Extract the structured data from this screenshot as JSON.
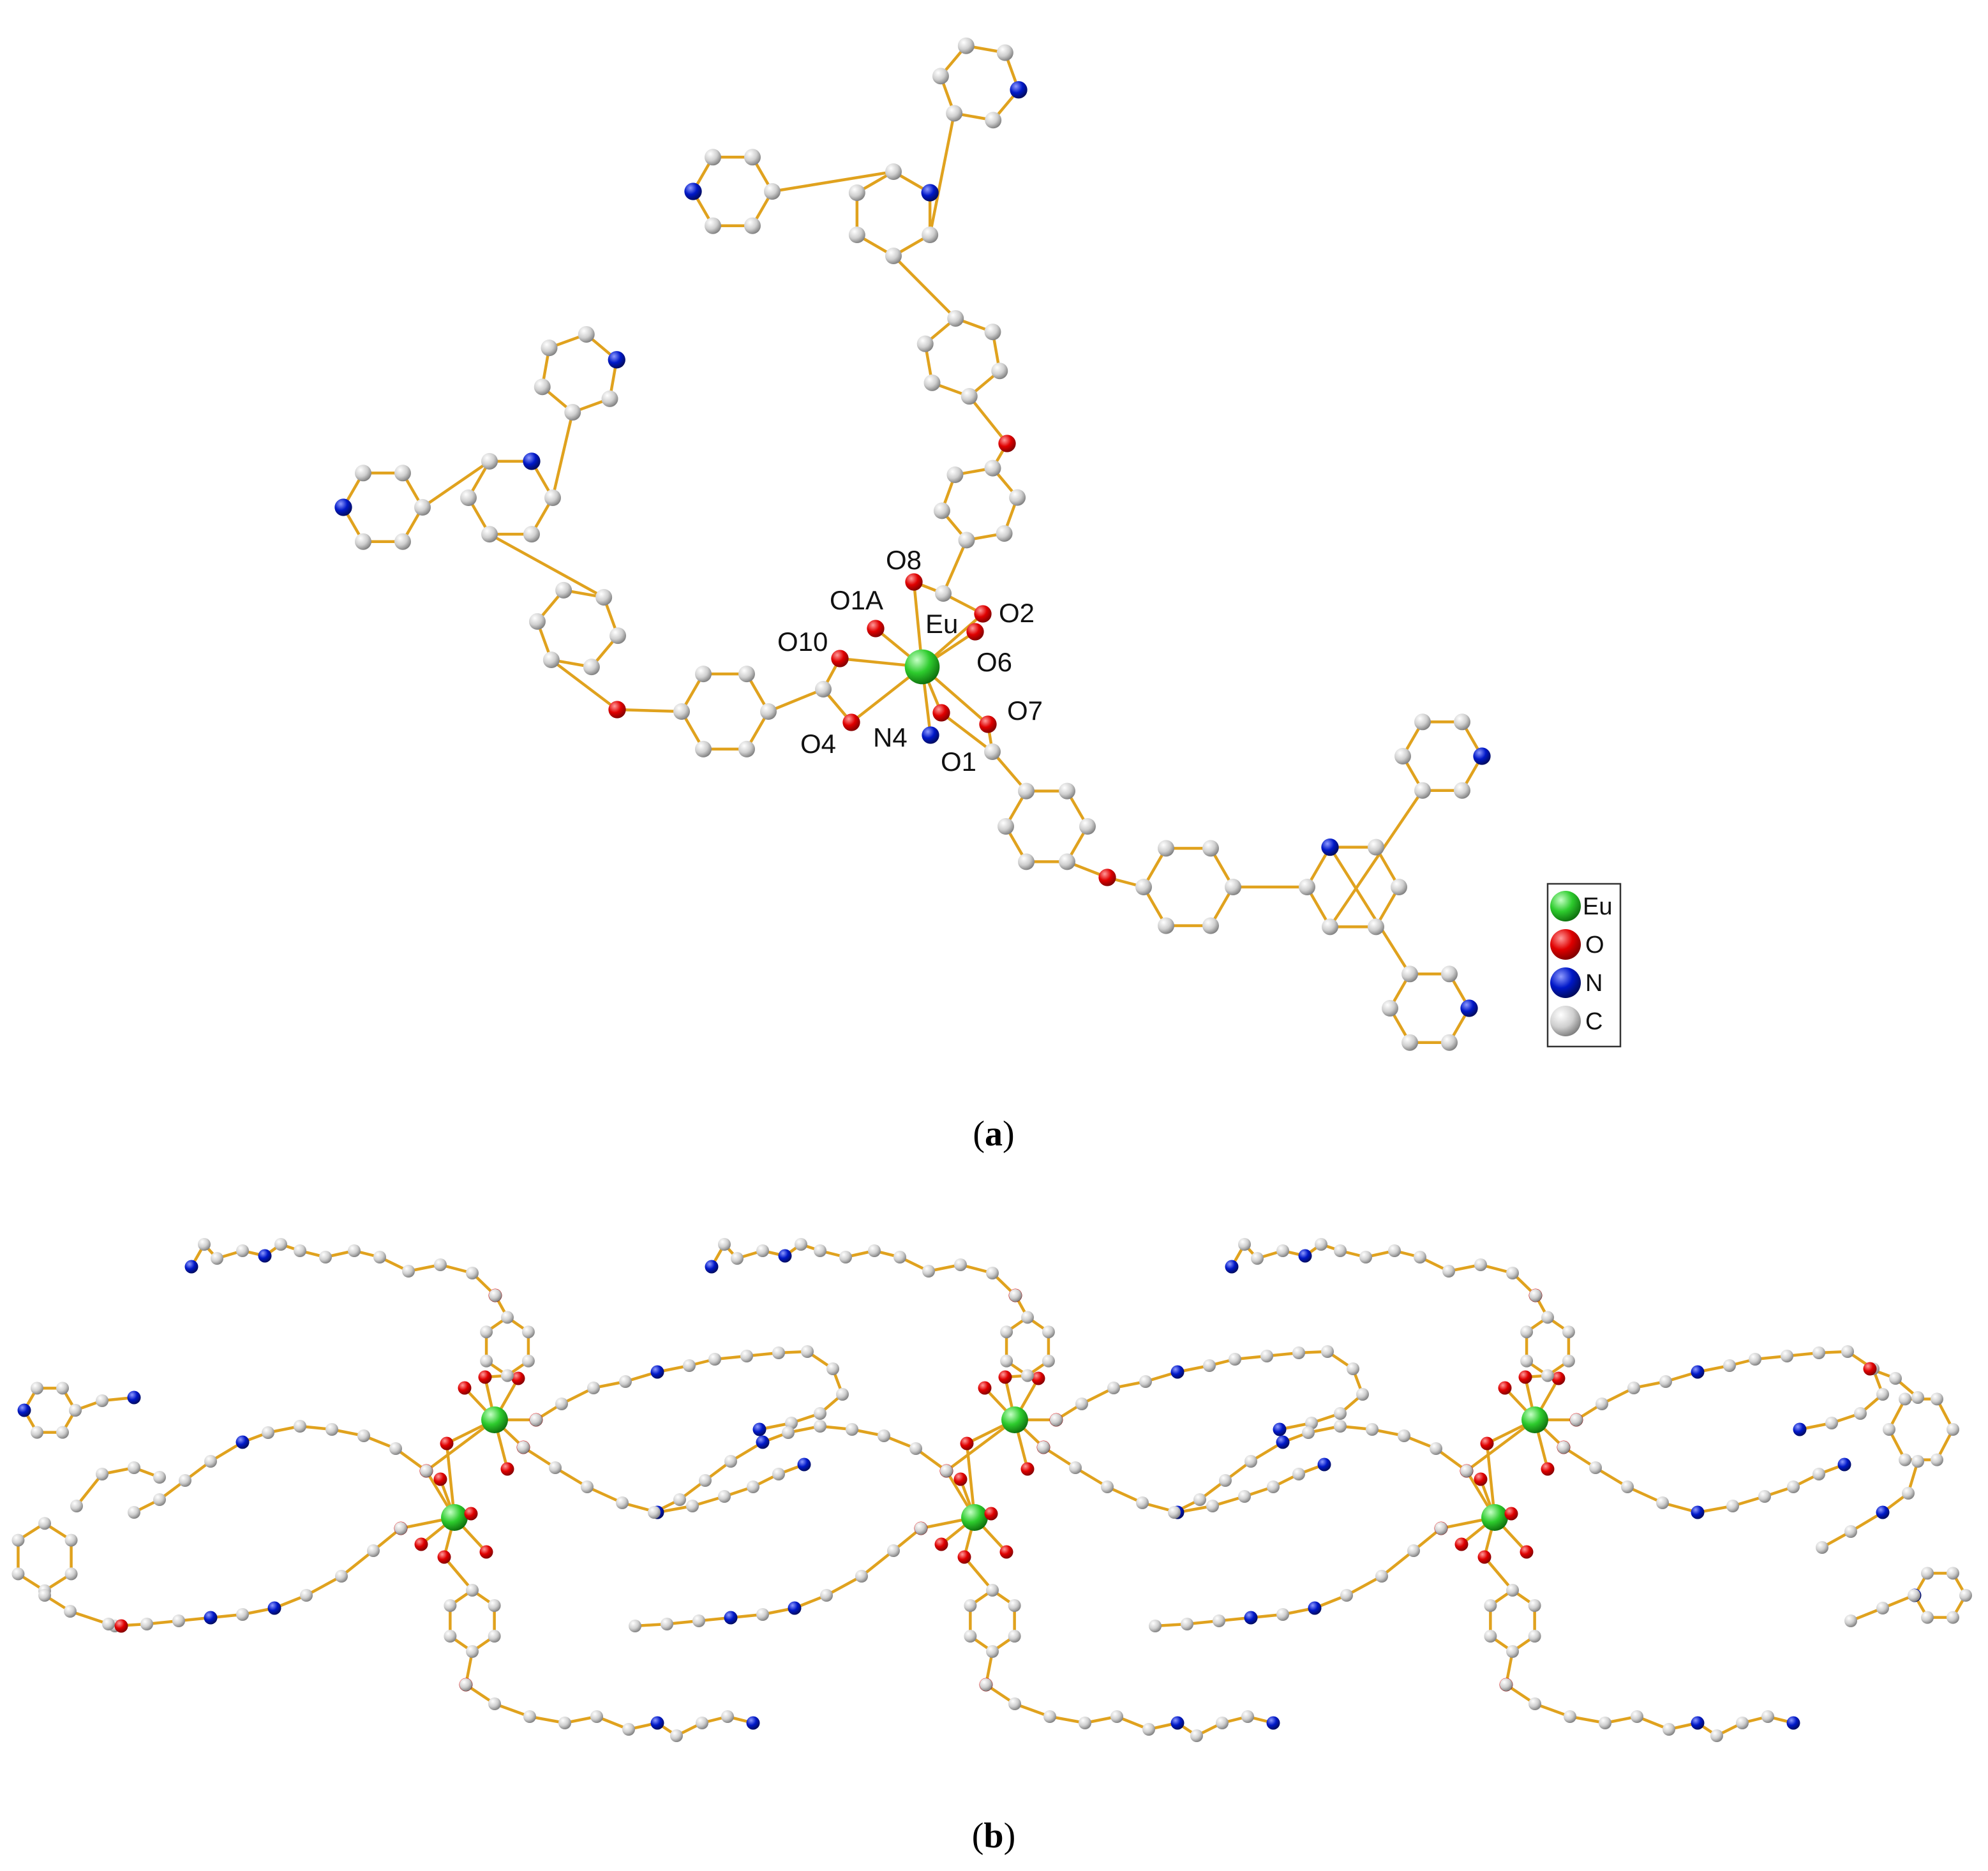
{
  "panel_a": {
    "caption_letter": "a",
    "atom_labels": {
      "O8": "O8",
      "O1A": "O1A",
      "Eu": "Eu",
      "O2": "O2",
      "O10": "O10",
      "O6": "O6",
      "O7": "O7",
      "O4": "O4",
      "N4": "N4",
      "O1": "O1"
    },
    "legend": [
      {
        "label": "Eu",
        "color": "#2ECC2E"
      },
      {
        "label": "O",
        "color": "#E00000"
      },
      {
        "label": "N",
        "color": "#0018C8"
      },
      {
        "label": "C",
        "color": "#C8C8C8"
      }
    ]
  },
  "panel_b": {
    "caption_letter": "b"
  },
  "colors": {
    "bond": "#E0A21E",
    "carbon": "#C8C8C8",
    "oxygen": "#E00000",
    "nitrogen": "#0018C8",
    "europium": "#2ECC2E"
  }
}
